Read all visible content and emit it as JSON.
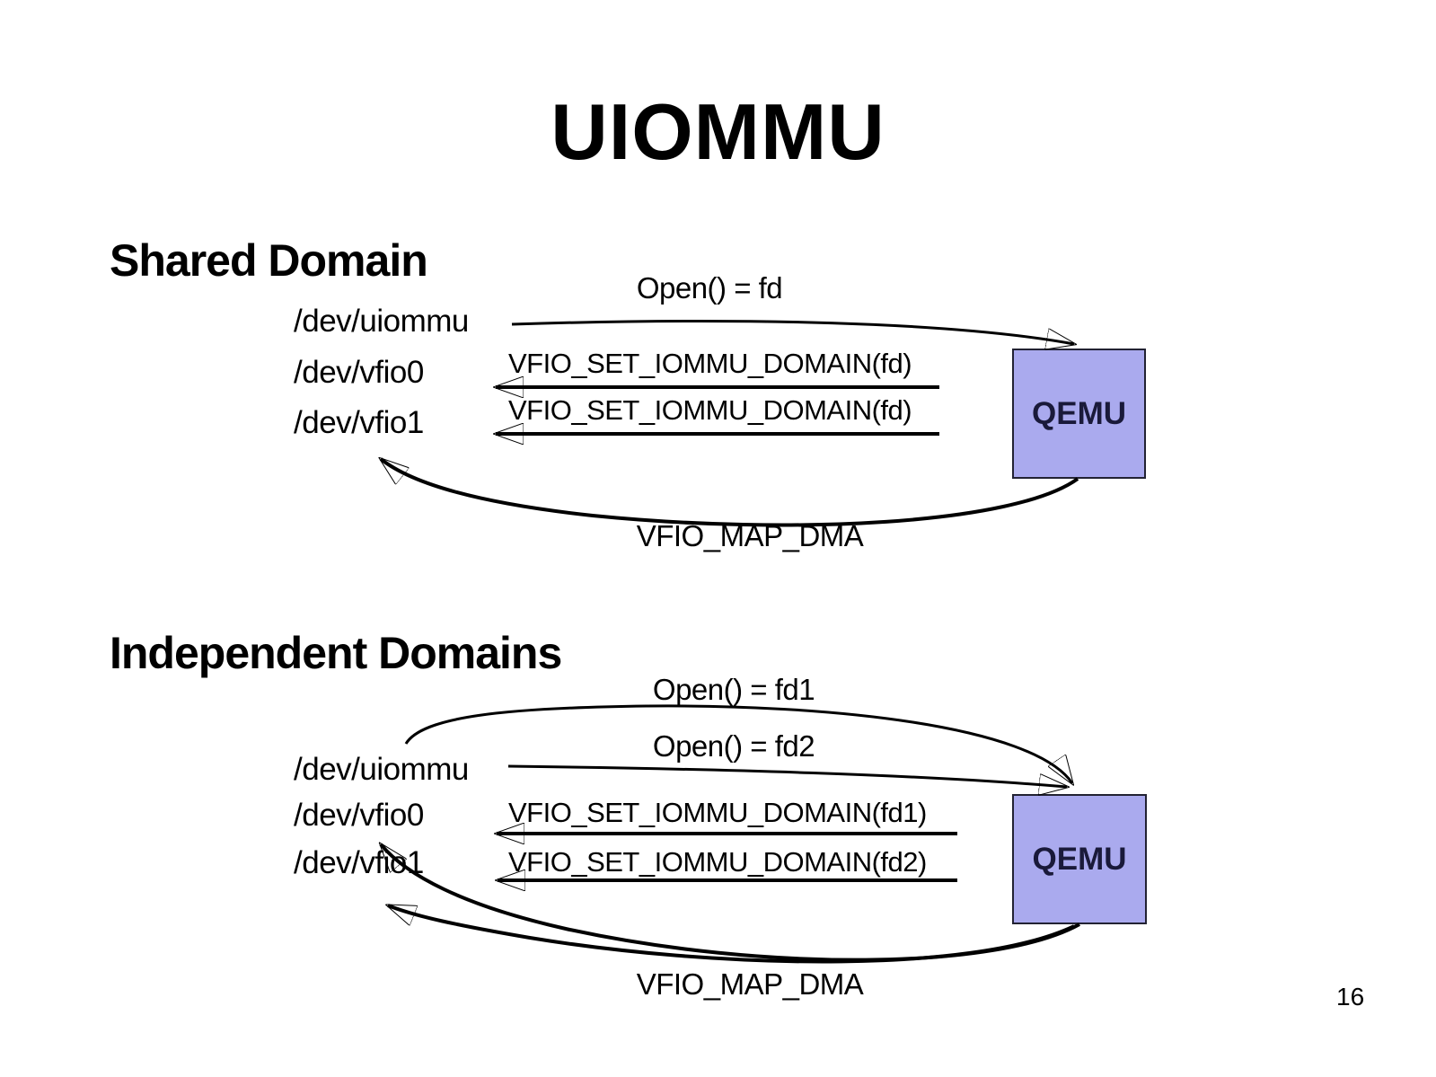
{
  "slide": {
    "title": "UIOMMU",
    "page_number": "16"
  },
  "sections": {
    "shared": {
      "heading": "Shared Domain",
      "devices": {
        "uiommu": "/dev/uiommu",
        "vfio0": "/dev/vfio0",
        "vfio1": "/dev/vfio1"
      },
      "qemu": "QEMU",
      "labels": {
        "open": "Open() = fd",
        "set_domain_1": "VFIO_SET_IOMMU_DOMAIN(fd)",
        "set_domain_2": "VFIO_SET_IOMMU_DOMAIN(fd)",
        "map_dma": "VFIO_MAP_DMA"
      }
    },
    "independent": {
      "heading": "Independent Domains",
      "devices": {
        "uiommu": "/dev/uiommu",
        "vfio0": "/dev/vfio0",
        "vfio1": "/dev/vfio1"
      },
      "qemu": "QEMU",
      "labels": {
        "open_fd1": "Open() = fd1",
        "open_fd2": "Open() = fd2",
        "set_domain_fd1": "VFIO_SET_IOMMU_DOMAIN(fd1)",
        "set_domain_fd2": "VFIO_SET_IOMMU_DOMAIN(fd2)",
        "map_dma": "VFIO_MAP_DMA"
      }
    }
  },
  "colors": {
    "background": "#ffffff",
    "text": "#000000",
    "arrow": "#000000",
    "qemu_fill": "#aaaaee",
    "qemu_border": "#222233"
  }
}
